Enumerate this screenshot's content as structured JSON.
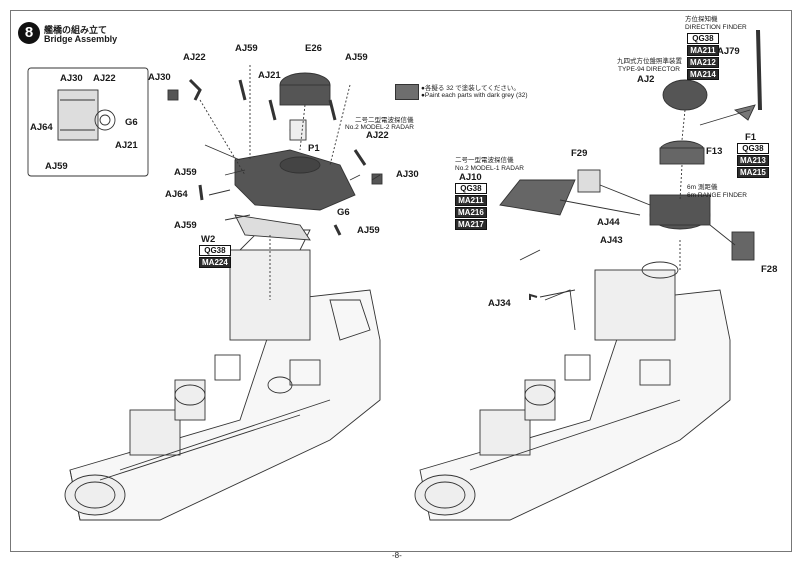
{
  "step": {
    "number": "8",
    "title_jp": "艦橋の組み立て",
    "title_en": "Bridge Assembly"
  },
  "paint_note": {
    "jp": "●各擬る 32 で塗装してください。",
    "en": "●Paint each parts with dark grey (32)"
  },
  "parts": {
    "aj22_top": "AJ22",
    "aj59_top": "AJ59",
    "e26": "E26",
    "aj59_right": "AJ59",
    "aj30_left": "AJ30",
    "aj21_top": "AJ21",
    "p1": "P1",
    "aj22_right": "AJ22",
    "aj59_left": "AJ59",
    "aj30_right": "AJ30",
    "aj64_main": "AJ64",
    "g6_main": "G6",
    "aj59_bottom": "AJ59",
    "aj59_lower": "AJ59",
    "w2": "W2",
    "inset_aj30": "AJ30",
    "inset_aj22": "AJ22",
    "inset_aj64": "AJ64",
    "inset_g6": "G6",
    "inset_aj21": "AJ21",
    "inset_aj59": "AJ59",
    "aj2": "AJ2",
    "aj79": "AJ79",
    "f1": "F1",
    "f13": "F13",
    "f29": "F29",
    "aj10": "AJ10",
    "aj44": "AJ44",
    "aj43": "AJ43",
    "f28": "F28",
    "aj34": "AJ34"
  },
  "captions": {
    "radar2_jp": "二号二型電波探信儀",
    "radar2_en": "No.2 MODEL-2 RADAR",
    "radar1_jp": "二号一型電波探信儀",
    "radar1_en": "No.2 MODEL-1 RADAR",
    "director_jp": "九四式方位盤照準装置",
    "director_en": "TYPE-94 DIRECTOR",
    "df_jp": "方位探知機",
    "df_en": "DIRECTION FINDER",
    "rf_jp": "6m 測距儀",
    "rf_en": "6m RANGE FINDER"
  },
  "codes": {
    "w2": [
      "QG38",
      "MA224"
    ],
    "aj10": [
      "QG38",
      "MA211",
      "MA216",
      "MA217"
    ],
    "aj79": [
      "QG38",
      "MA211",
      "MA212",
      "MA214"
    ],
    "f1": [
      "QG38",
      "MA213",
      "MA215"
    ]
  },
  "page_number": "-8-",
  "colors": {
    "dark_grey": "#6e6e6e",
    "hull_line": "#333333"
  }
}
